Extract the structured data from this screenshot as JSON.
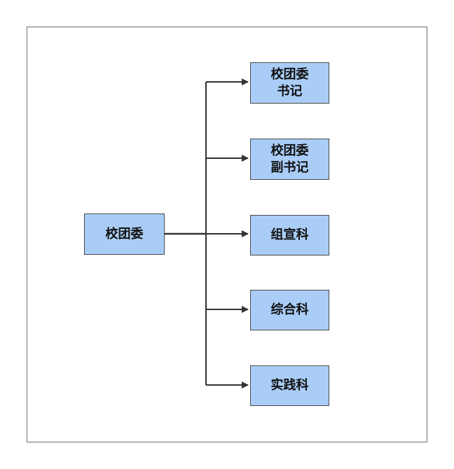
{
  "diagram": {
    "root": {
      "label": "校团委"
    },
    "children": [
      {
        "label": "校团委\n书记"
      },
      {
        "label": "校团委\n副书记"
      },
      {
        "label": "组宣科"
      },
      {
        "label": "综合科"
      },
      {
        "label": "实践科"
      }
    ]
  },
  "colors": {
    "node_fill": "#a9cdf6",
    "node_border": "#4a4a4a",
    "connector": "#333333",
    "frame_border": "#6e6e6e"
  }
}
